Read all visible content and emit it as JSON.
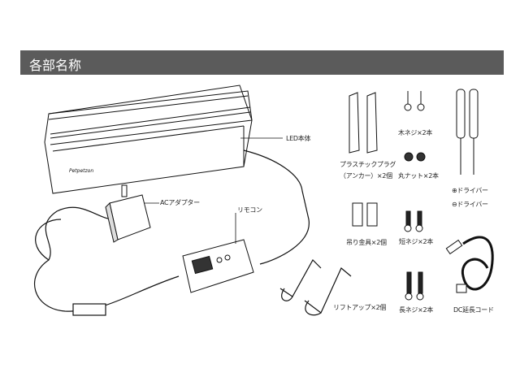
{
  "header": {
    "title": "各部名称"
  },
  "labels": {
    "led_body": "LED本体",
    "ac_adapter": "ACアダプター",
    "remote": "リモコン",
    "lift_up": "リフトアップ×2個",
    "plastic_plug_1": "プラスチックプラグ",
    "plastic_plug_2": "（アンカー）×2個",
    "wood_screw": "木ネジ×2本",
    "round_nut": "丸ナット×2本",
    "plus_driver": "⊕ドライバー",
    "minus_driver": "⊖ドライバー",
    "hanger": "吊り金具×2個",
    "short_screw": "短ネジ×2本",
    "long_screw": "長ネジ×2本",
    "dc_cord": "DC延長コード"
  },
  "product_label": {
    "brand": "Petpetzon"
  }
}
